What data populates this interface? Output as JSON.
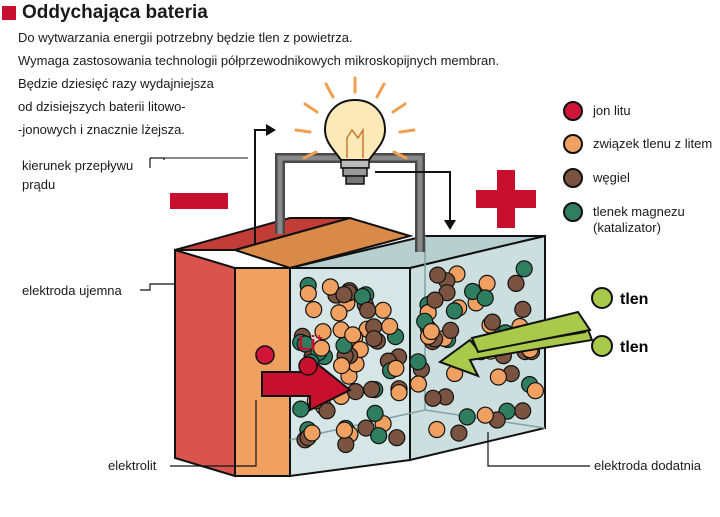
{
  "title": "Oddychająca bateria",
  "intro_lines": [
    "Do wytwarzania energii potrzebny będzie tlen z powietrza.",
    "Wymaga zastosowania technologii półprzewodnikowych mikroskopijnych membran.",
    "Będzie dziesięć razy wydajniejsza",
    "od dzisiejszych baterii litowo-",
    "-jonowych i znacznie lżejsza."
  ],
  "labels": {
    "current_direction_line1": "kierunek przepływu",
    "current_direction_line2": "prądu",
    "negative_electrode": "elektroda ujemna",
    "electrolyte": "elektrolit",
    "positive_electrode": "elektroda dodatnia",
    "lithium_ion": "Li",
    "lithium_ion_charge": "+",
    "oxygen_1": "tlen",
    "oxygen_2": "tlen"
  },
  "legend": [
    {
      "label": "jon litu",
      "color": "#d0143a"
    },
    {
      "label": "związek tlenu z litem",
      "color": "#f0a060"
    },
    {
      "label": "węgiel",
      "color": "#7a5440"
    },
    {
      "label": "tlenek magnezu",
      "label2": "(katalizator)",
      "color": "#2f7e62"
    }
  ],
  "colors": {
    "accent": "#c8102e",
    "anode": "#d9544c",
    "electrolyte": "#f0a060",
    "cathode": "#c9dcdc",
    "oxygen": "#a9c94a",
    "minus": "#c8102e",
    "plus": "#c8102e"
  }
}
